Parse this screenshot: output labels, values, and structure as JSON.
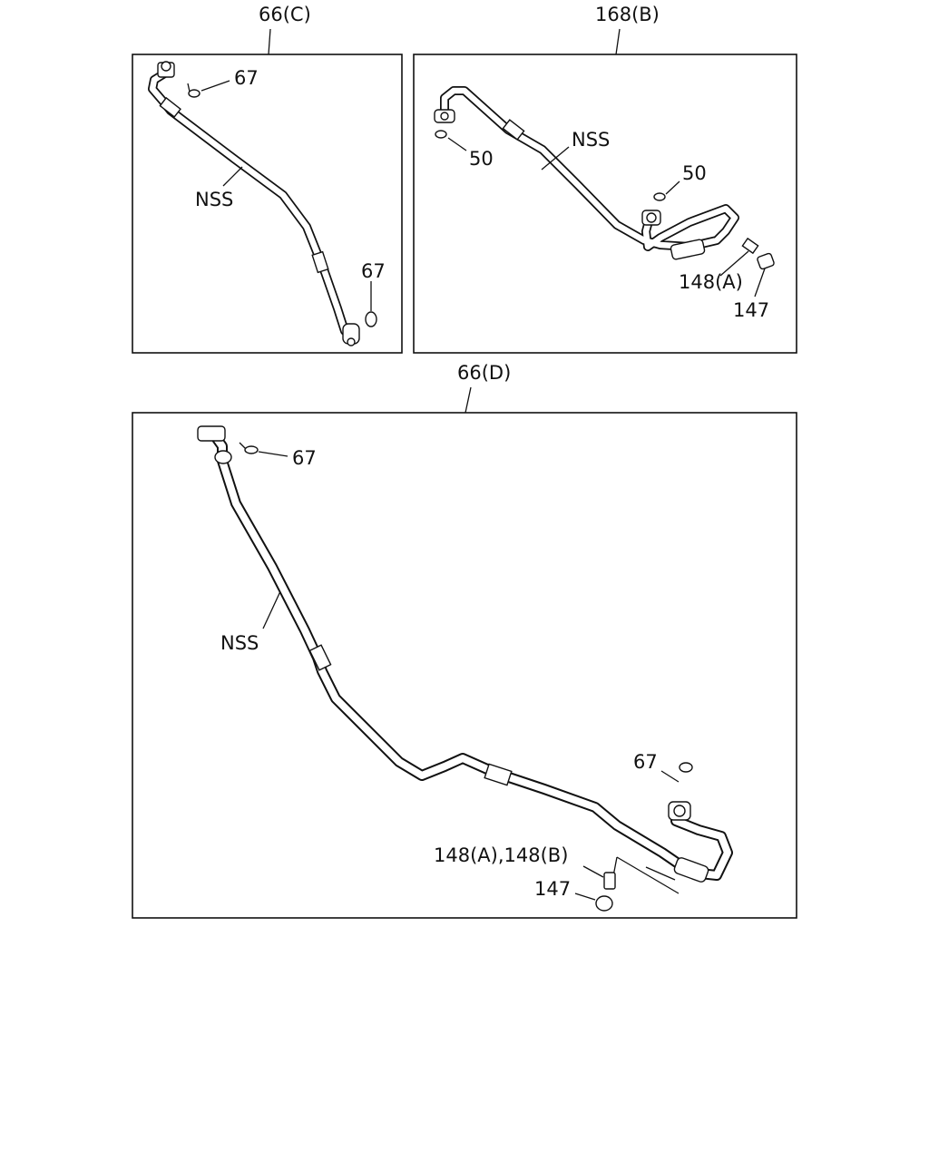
{
  "panels": {
    "c": {
      "ref": "66(C)",
      "nss": "NSS",
      "oring_top": "67",
      "oring_bottom": "67"
    },
    "b": {
      "ref": "168(B)",
      "nss": "NSS",
      "oring_left": "50",
      "oring_right": "50",
      "bolt": "148(A)",
      "nut": "147"
    },
    "d": {
      "ref": "66(D)",
      "nss": "NSS",
      "oring_top": "67",
      "oring_right": "67",
      "bolt": "148(A),148(B)",
      "nut": "147"
    }
  }
}
